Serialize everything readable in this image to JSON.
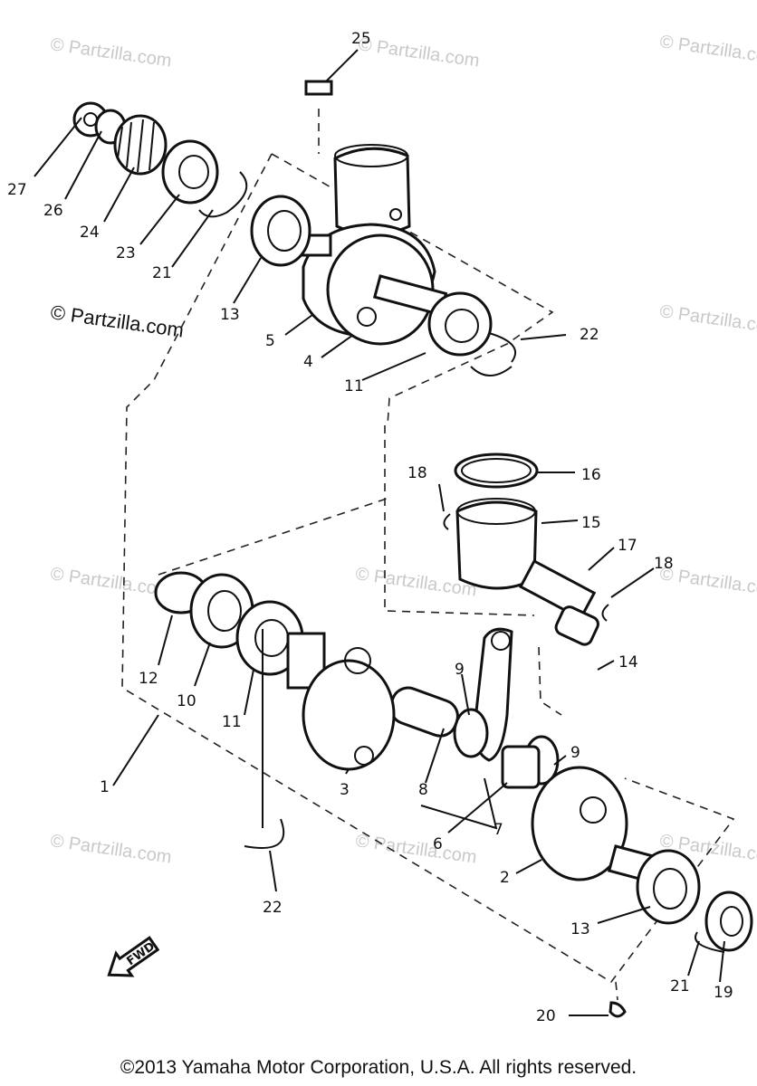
{
  "diagram": {
    "callouts": [
      "25",
      "27",
      "26",
      "24",
      "23",
      "21",
      "13",
      "5",
      "4",
      "11",
      "22",
      "18",
      "16",
      "15",
      "17",
      "18",
      "14",
      "12",
      "10",
      "11",
      "9",
      "9",
      "3",
      "8",
      "7",
      "6",
      "1",
      "22",
      "2",
      "13",
      "21",
      "19",
      "20"
    ],
    "watermark": "© Partzilla.com",
    "watermark_main": "© Partzilla.com",
    "fwd_label": "FWD",
    "copyright": "©2013 Yamaha Motor Corporation, U.S.A. All rights reserved."
  }
}
